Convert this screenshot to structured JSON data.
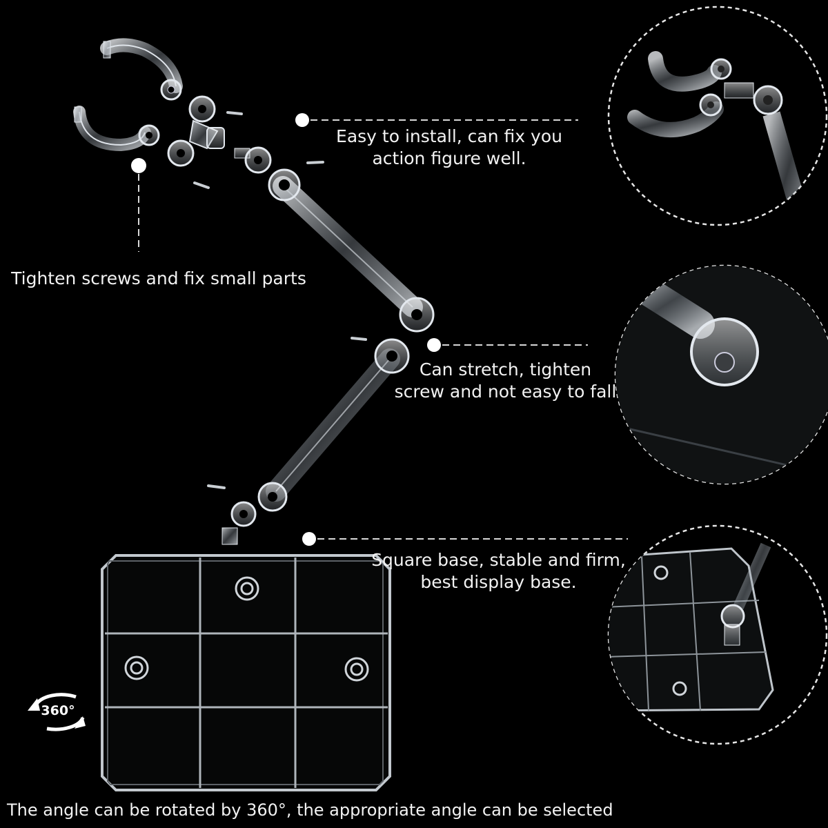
{
  "captions": {
    "install": [
      "Easy to install, can fix you",
      "action figure well."
    ],
    "tighten": "Tighten screws and fix small parts",
    "stretch": [
      "Can stretch, tighten",
      "screw and not easy to fall"
    ],
    "base": [
      "Square base, stable and firm,",
      "best display base."
    ],
    "rotate": "The angle can be rotated by 360°, the appropriate angle can be selected"
  },
  "rotate_badge": "360°",
  "icons": {
    "badge": "rotate-360-icon",
    "callout_dot": "white-dot"
  },
  "colors": {
    "background": "#000000",
    "text": "#f2f2f2",
    "plastic_edge": "#cfd4da",
    "dashed_line": "#d9d9d9"
  }
}
